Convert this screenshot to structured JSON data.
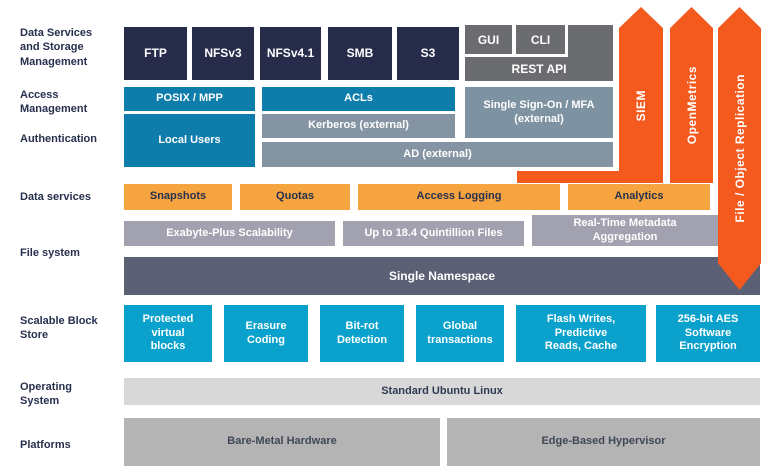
{
  "colors": {
    "navy_box": "#272c4b",
    "blue_box": "#0f7dab",
    "gray_blue_box": "#8494a2",
    "sso_gray_box": "#7e93a2",
    "management_gray": "#6b6c70",
    "arrow_orange": "#f4591d",
    "light_orange_box": "#f5a440",
    "file_system_gray": "#a1a1b0",
    "namespace_gray": "#5c6075",
    "cyan_box": "#0aa1cc",
    "os_light_gray": "#d8d8d8",
    "platform_gray": "#b4b4b4",
    "label_navy_text": "#27304e"
  },
  "left_labels": {
    "storage_mgmt": "Data Services and Storage Management",
    "access_mgmt": "Access Management",
    "authentication": "Authentication",
    "data_services": "Data services",
    "file_system": "File system",
    "block_store": "Scalable Block Store",
    "operating_system": "Operating System",
    "platforms": "Platforms"
  },
  "protocols": {
    "ftp": "FTP",
    "nfsv3": "NFSv3",
    "nfsv41": "NFSv4.1",
    "smb": "SMB",
    "s3": "S3"
  },
  "management": {
    "gui": "GUI",
    "cli": "CLI",
    "rest_api": "REST API"
  },
  "access": {
    "posix": "POSIX / MPP",
    "acls": "ACLs",
    "sso": "Single Sign-On / MFA (external)"
  },
  "authentication": {
    "local_users": "Local Users",
    "kerberos": "Kerberos (external)",
    "ad": "AD (external)"
  },
  "data_services": {
    "snapshots": "Snapshots",
    "quotas": "Quotas",
    "access_logging": "Access Logging",
    "analytics": "Analytics"
  },
  "file_system": {
    "scalability": "Exabyte-Plus Scalability",
    "files": "Up to 18.4 Quintillion Files",
    "metadata": "Real-Time Metadata Aggregation",
    "namespace": "Single Namespace"
  },
  "block_store": {
    "protected": "Protected virtual blocks",
    "erasure": "Erasure Coding",
    "bitrot": "Bit-rot Detection",
    "global": "Global transactions",
    "flash": "Flash Writes, Predictive Reads, Cache",
    "aes": "256-bit AES Software Encryption"
  },
  "operating_system": {
    "ubuntu": "Standard Ubuntu Linux"
  },
  "platforms": {
    "bare_metal": "Bare-Metal Hardware",
    "hypervisor": "Edge-Based Hypervisor"
  },
  "arrows": {
    "siem": "SIEM",
    "openmetrics": "OpenMetrics",
    "replication": "File / Object Replication"
  }
}
